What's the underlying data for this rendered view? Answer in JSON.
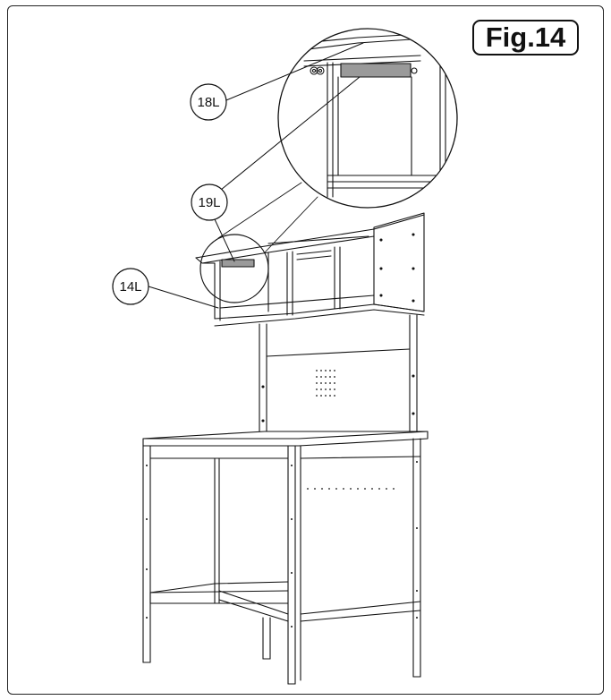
{
  "figure": {
    "label": "Fig.14"
  },
  "callouts": [
    {
      "id": "18L",
      "text": "18L"
    },
    {
      "id": "19L",
      "text": "19L"
    },
    {
      "id": "14L",
      "text": "14L"
    }
  ],
  "colors": {
    "line": "#111111",
    "part_fill": "#9a9a9a",
    "background": "#ffffff"
  }
}
